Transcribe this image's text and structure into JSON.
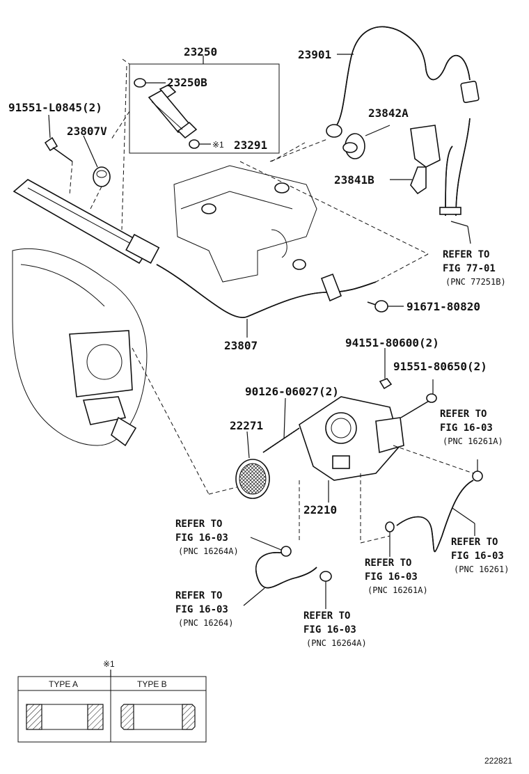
{
  "parts": {
    "p23250": "23250",
    "p23250b": "23250B",
    "p23291": "23291",
    "p23291_mark": "※1",
    "p23901": "23901",
    "p23842a": "23842A",
    "p23841b": "23841B",
    "p91551_l0845": "91551-L0845(2)",
    "p23807v": "23807V",
    "p91671": "91671-80820",
    "p23807": "23807",
    "p94151": "94151-80600(2)",
    "p91551_80650": "91551-80650(2)",
    "p90126": "90126-06027(2)",
    "p22271": "22271",
    "p22210": "22210"
  },
  "refs": {
    "r1": {
      "line1": "REFER TO",
      "line2": "FIG 77-01",
      "line3": "(PNC 77251B)"
    },
    "r2": {
      "line1": "REFER TO",
      "line2": "FIG 16-03",
      "line3": "(PNC 16261A)"
    },
    "r3": {
      "line1": "REFER TO",
      "line2": "FIG 16-03",
      "line3": "(PNC 16264A)"
    },
    "r4": {
      "line1": "REFER TO",
      "line2": "FIG 16-03",
      "line3": "(PNC 16261)"
    },
    "r5": {
      "line1": "REFER TO",
      "line2": "FIG 16-03",
      "line3": "(PNC 16261A)"
    },
    "r6": {
      "line1": "REFER TO",
      "line2": "FIG 16-03",
      "line3": "(PNC 16264)"
    },
    "r7": {
      "line1": "REFER TO",
      "line2": "FIG 16-03",
      "line3": "(PNC 16264A)"
    }
  },
  "legend": {
    "mark": "※1",
    "type_a": "TYPE A",
    "type_b": "TYPE B"
  },
  "figure_id": "222821"
}
